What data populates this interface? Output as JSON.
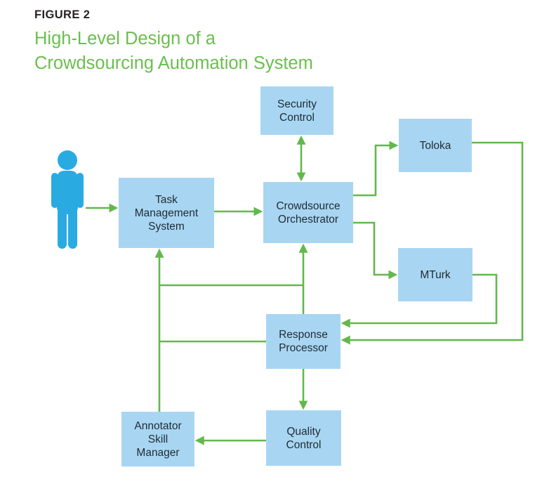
{
  "header": {
    "figure_label": "FIGURE 2",
    "title_line1": "High-Level Design of a",
    "title_line2": "Crowdsourcing Automation System"
  },
  "colors": {
    "background": "#ffffff",
    "box_fill": "#a8d6f2",
    "arrow_green": "#62b84c",
    "title_green": "#6abf4e",
    "person_blue": "#29abe2",
    "label_dark": "#1f2a35",
    "figure_label_dark": "#272326"
  },
  "diagram": {
    "person_icon": "user-icon",
    "nodes": [
      {
        "id": "security-control",
        "label": "Security\nControl"
      },
      {
        "id": "toloka",
        "label": "Toloka"
      },
      {
        "id": "task-management-system",
        "label": "Task\nManagement\nSystem"
      },
      {
        "id": "crowdsource-orchestrator",
        "label": "Crowdsource\nOrchestrator"
      },
      {
        "id": "mturk",
        "label": "MTurk"
      },
      {
        "id": "response-processor",
        "label": "Response\nProcessor"
      },
      {
        "id": "annotator-skill-manager",
        "label": "Annotator\nSkill\nManager"
      },
      {
        "id": "quality-control",
        "label": "Quality\nControl"
      }
    ],
    "edges": [
      {
        "from": "user",
        "to": "task-management-system",
        "style": "arrow"
      },
      {
        "from": "task-management-system",
        "to": "crowdsource-orchestrator",
        "style": "arrow"
      },
      {
        "from": "security-control",
        "to": "crowdsource-orchestrator",
        "style": "double-arrow"
      },
      {
        "from": "crowdsource-orchestrator",
        "to": "toloka",
        "style": "arrow"
      },
      {
        "from": "crowdsource-orchestrator",
        "to": "mturk",
        "style": "arrow"
      },
      {
        "from": "toloka",
        "to": "response-processor",
        "style": "arrow"
      },
      {
        "from": "mturk",
        "to": "response-processor",
        "style": "arrow"
      },
      {
        "from": "response-processor",
        "to": "crowdsource-orchestrator",
        "style": "arrow"
      },
      {
        "from": "response-processor",
        "to": "task-management-system",
        "style": "arrow"
      },
      {
        "from": "annotator-skill-manager",
        "to": "task-management-system",
        "style": "arrow"
      },
      {
        "from": "response-processor",
        "to": "quality-control",
        "style": "arrow"
      },
      {
        "from": "quality-control",
        "to": "annotator-skill-manager",
        "style": "arrow"
      }
    ]
  }
}
